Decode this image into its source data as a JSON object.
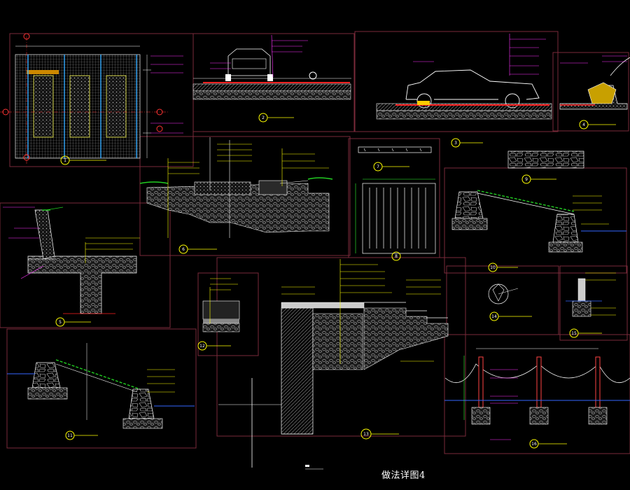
{
  "sheet": {
    "title": "做法详图4"
  },
  "colors": {
    "background": "#000000",
    "frame": "#7a2a3a",
    "line": "#ffffff",
    "annotation": "#ff33ff",
    "callout": "#ffff00",
    "grass": "#22cc22",
    "hatch": "#9a9a9a",
    "accent_red": "#ff2222",
    "water": "#3366ff"
  },
  "details": [
    {
      "id": "plan-grid",
      "number": "1"
    },
    {
      "id": "parking-section-a",
      "number": "2"
    },
    {
      "id": "parking-section-b",
      "number": "3"
    },
    {
      "id": "curb-detail",
      "number": "4"
    },
    {
      "id": "retaining-wall-t",
      "number": "5"
    },
    {
      "id": "pavement-layers",
      "number": "6"
    },
    {
      "id": "slot-cover",
      "number": "7"
    },
    {
      "id": "grate-plan",
      "number": "8"
    },
    {
      "id": "stone-strip",
      "number": "9"
    },
    {
      "id": "slope-wall",
      "number": "10"
    },
    {
      "id": "slope-wall-2",
      "number": "11"
    },
    {
      "id": "layer-sample",
      "number": "12"
    },
    {
      "id": "step-section",
      "number": "13"
    },
    {
      "id": "post-cap",
      "number": "14"
    },
    {
      "id": "post-base",
      "number": "15"
    },
    {
      "id": "fence-elevation",
      "number": "16"
    }
  ]
}
